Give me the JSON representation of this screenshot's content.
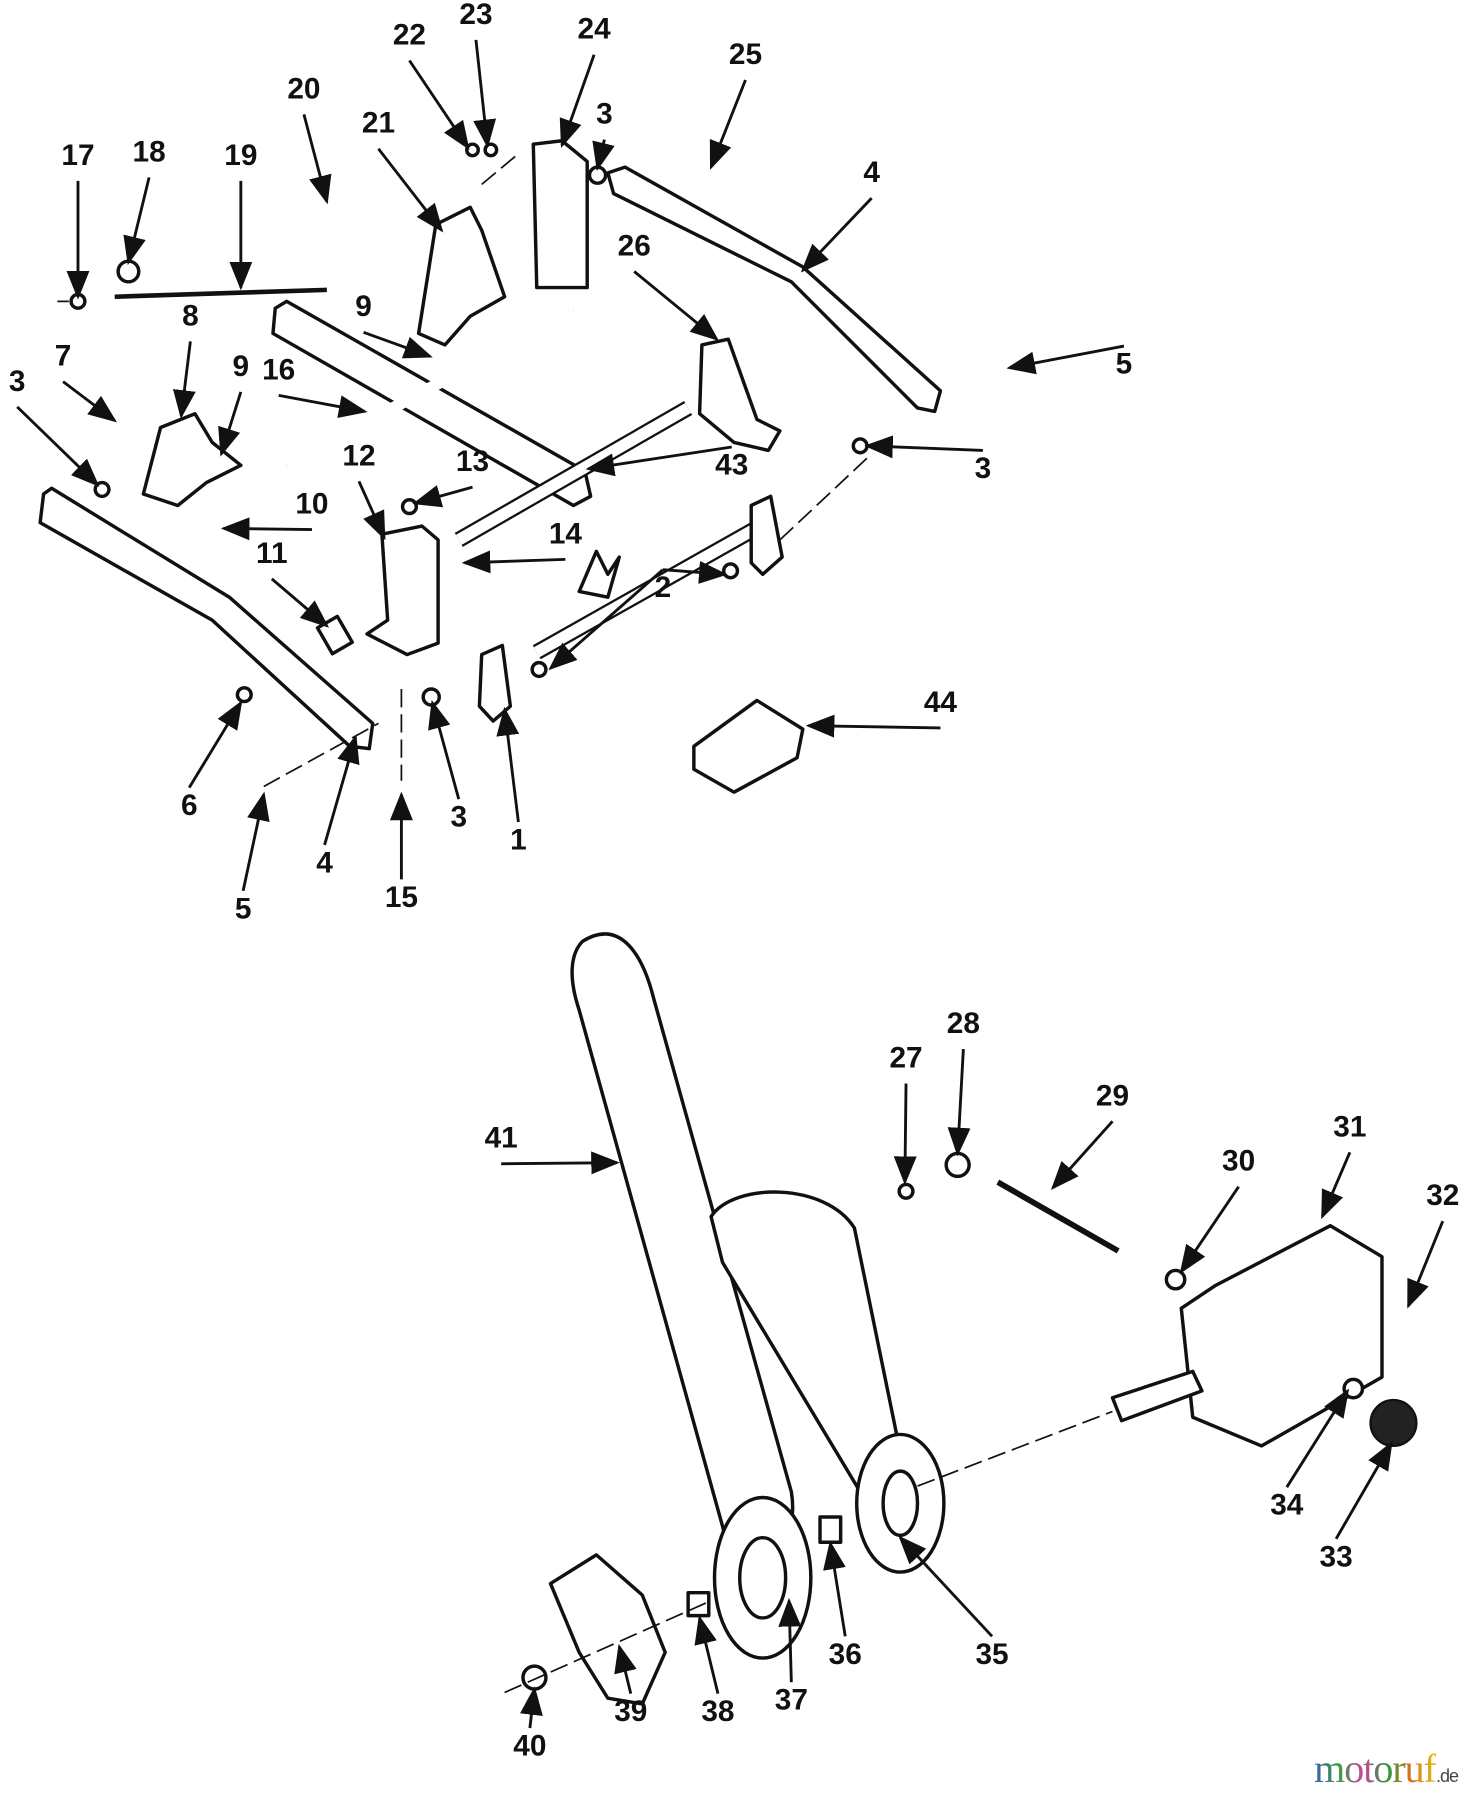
{
  "diagram": {
    "type": "exploded parts diagram",
    "callouts": [
      "17",
      "18",
      "19",
      "20",
      "21",
      "22",
      "23",
      "24",
      "3",
      "25",
      "4",
      "26",
      "9",
      "8",
      "9",
      "7",
      "16",
      "3",
      "5",
      "3",
      "43",
      "12",
      "13",
      "10",
      "14",
      "11",
      "2",
      "44",
      "6",
      "5",
      "4",
      "15",
      "3",
      "1",
      "41",
      "27",
      "28",
      "29",
      "30",
      "31",
      "32",
      "34",
      "33",
      "35",
      "36",
      "37",
      "38",
      "39",
      "40"
    ]
  },
  "watermark": {
    "brand": "motoruf",
    "tld": ".de"
  }
}
